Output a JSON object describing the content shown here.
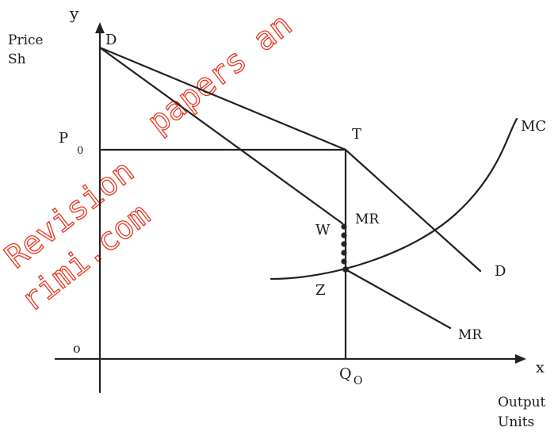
{
  "diagram": {
    "axis_labels": {
      "y": "y",
      "x": "x",
      "price_top": "Price",
      "price_bottom": "Sh",
      "output_top": "Output",
      "output_bottom": "Units",
      "origin": "o"
    },
    "point_labels": {
      "D_top": "D",
      "D_end": "D",
      "T": "T",
      "P": "P",
      "P_sub": "0",
      "MC": "MC",
      "MR_kink": "MR",
      "MR_end": "MR",
      "W": "W",
      "Z": "Z",
      "Q": "Q",
      "Q_sub": "O"
    },
    "watermark": {
      "line1": "papers an",
      "line2": "Revision",
      "line3": "rimi.com"
    },
    "colors": {
      "ink": "#222222",
      "watermark": "#e8341f"
    }
  }
}
